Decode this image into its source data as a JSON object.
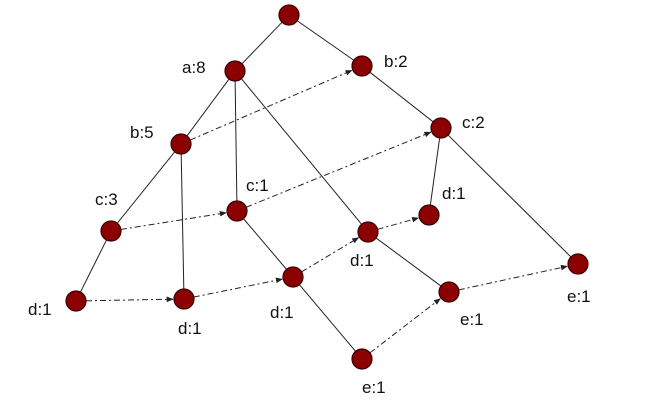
{
  "diagram": {
    "node_color": "#8b0000",
    "edge_color": "#222222",
    "nodes": [
      {
        "id": "root",
        "label": ""
      },
      {
        "id": "a8",
        "label": "a:8"
      },
      {
        "id": "b2",
        "label": "b:2"
      },
      {
        "id": "b5",
        "label": "b:5"
      },
      {
        "id": "c2",
        "label": "c:2"
      },
      {
        "id": "c3",
        "label": "c:3"
      },
      {
        "id": "c1",
        "label": "c:1"
      },
      {
        "id": "d1_right",
        "label": "d:1"
      },
      {
        "id": "d1_mid",
        "label": "d:1"
      },
      {
        "id": "d1_left",
        "label": "d:1"
      },
      {
        "id": "d1_b",
        "label": "d:1"
      },
      {
        "id": "d1_c",
        "label": "d:1"
      },
      {
        "id": "e1_right",
        "label": "e:1"
      },
      {
        "id": "e1_mid",
        "label": "e:1"
      },
      {
        "id": "e1_bottom",
        "label": "e:1"
      }
    ],
    "tree_edges": [
      [
        "root",
        "a8"
      ],
      [
        "root",
        "b2"
      ],
      [
        "a8",
        "b5"
      ],
      [
        "a8",
        "c1"
      ],
      [
        "a8",
        "d1_mid"
      ],
      [
        "b2",
        "c2"
      ],
      [
        "b5",
        "c3"
      ],
      [
        "b5",
        "d1_b"
      ],
      [
        "c3",
        "d1_left"
      ],
      [
        "c1",
        "d1_c"
      ],
      [
        "c2",
        "d1_right"
      ],
      [
        "c2",
        "e1_right"
      ],
      [
        "d1_mid",
        "e1_mid"
      ],
      [
        "d1_c",
        "e1_bottom"
      ]
    ],
    "node_links": [
      [
        "b5",
        "b2"
      ],
      [
        "c3",
        "c1"
      ],
      [
        "c1",
        "c2"
      ],
      [
        "d1_left",
        "d1_b"
      ],
      [
        "d1_b",
        "d1_c"
      ],
      [
        "d1_c",
        "d1_mid"
      ],
      [
        "d1_mid",
        "d1_right"
      ],
      [
        "e1_bottom",
        "e1_mid"
      ],
      [
        "e1_mid",
        "e1_right"
      ]
    ]
  }
}
